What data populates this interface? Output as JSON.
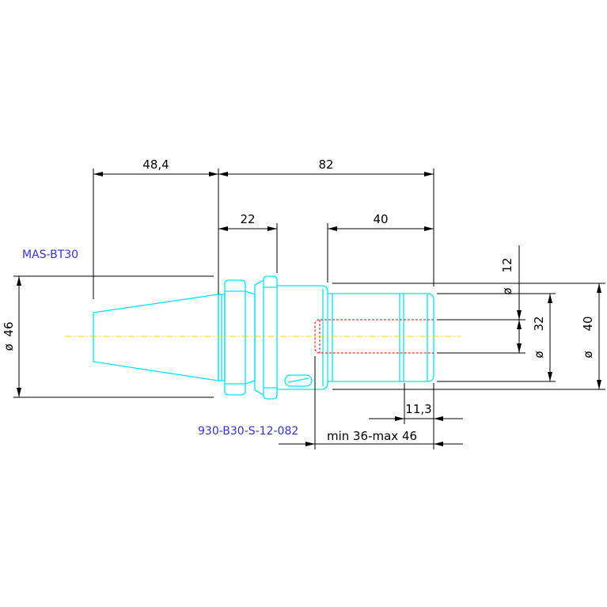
{
  "drawing": {
    "holder_label": "MAS-BT30",
    "part_number": "930-B30-S-12-082",
    "colors": {
      "background": "#ffffff",
      "part_outline": "#00e5ff",
      "hidden_line": "#ff0000",
      "center_line": "#ffd400",
      "label_text": "#3333cc",
      "dimension": "#000000"
    },
    "dimensions": {
      "taper_length": "48,4",
      "total_length": "82",
      "flange_length": "22",
      "nose_length": "40",
      "slot_offset": "11,3",
      "clamping_range": "min 36-max 46",
      "diameter_symbol": "ø",
      "taper_diameter": "46",
      "bore_diameter": "12",
      "nose_diameter": "32",
      "body_diameter": "40"
    }
  }
}
